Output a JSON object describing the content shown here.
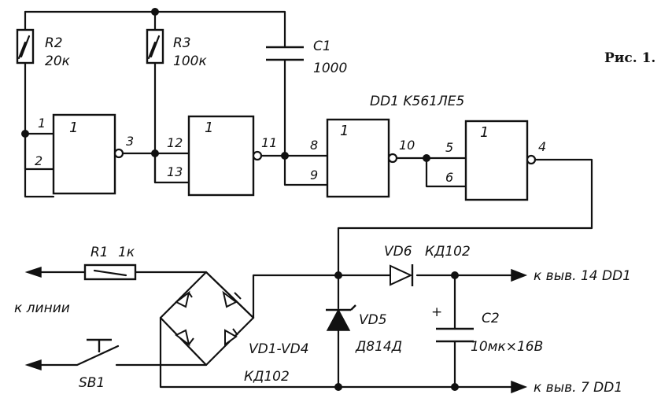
{
  "figure_caption": "Рис. 1.",
  "chip": {
    "label": "DD1 K561ЛЕ5"
  },
  "gates": [
    {
      "symbol": "1",
      "inputs": [
        "1",
        "2"
      ],
      "output": "3"
    },
    {
      "symbol": "1",
      "inputs": [
        "12",
        "13"
      ],
      "output": "11"
    },
    {
      "symbol": "1",
      "inputs": [
        "8",
        "9"
      ],
      "output": "10"
    },
    {
      "symbol": "1",
      "inputs": [
        "5",
        "6"
      ],
      "output": "4"
    }
  ],
  "components": {
    "r1": {
      "name": "R1",
      "value": "1к"
    },
    "r2": {
      "name": "R2",
      "value": "20к"
    },
    "r3": {
      "name": "R3",
      "value": "100к"
    },
    "c1": {
      "name": "C1",
      "value": "1000"
    },
    "c2": {
      "name": "C2",
      "value": "10мк×16В",
      "polarity": "+"
    },
    "vd6": {
      "name": "VD6",
      "type": "КД102"
    },
    "vd5": {
      "name": "VD5",
      "type": "Д814Д"
    },
    "bridge": {
      "name": "VD1-VD4",
      "type": "КД102"
    },
    "sb1": {
      "name": "SB1"
    }
  },
  "connections": {
    "line": "к линии",
    "pin14": "к выв. 14 DD1",
    "pin7": "к выв. 7 DD1"
  }
}
